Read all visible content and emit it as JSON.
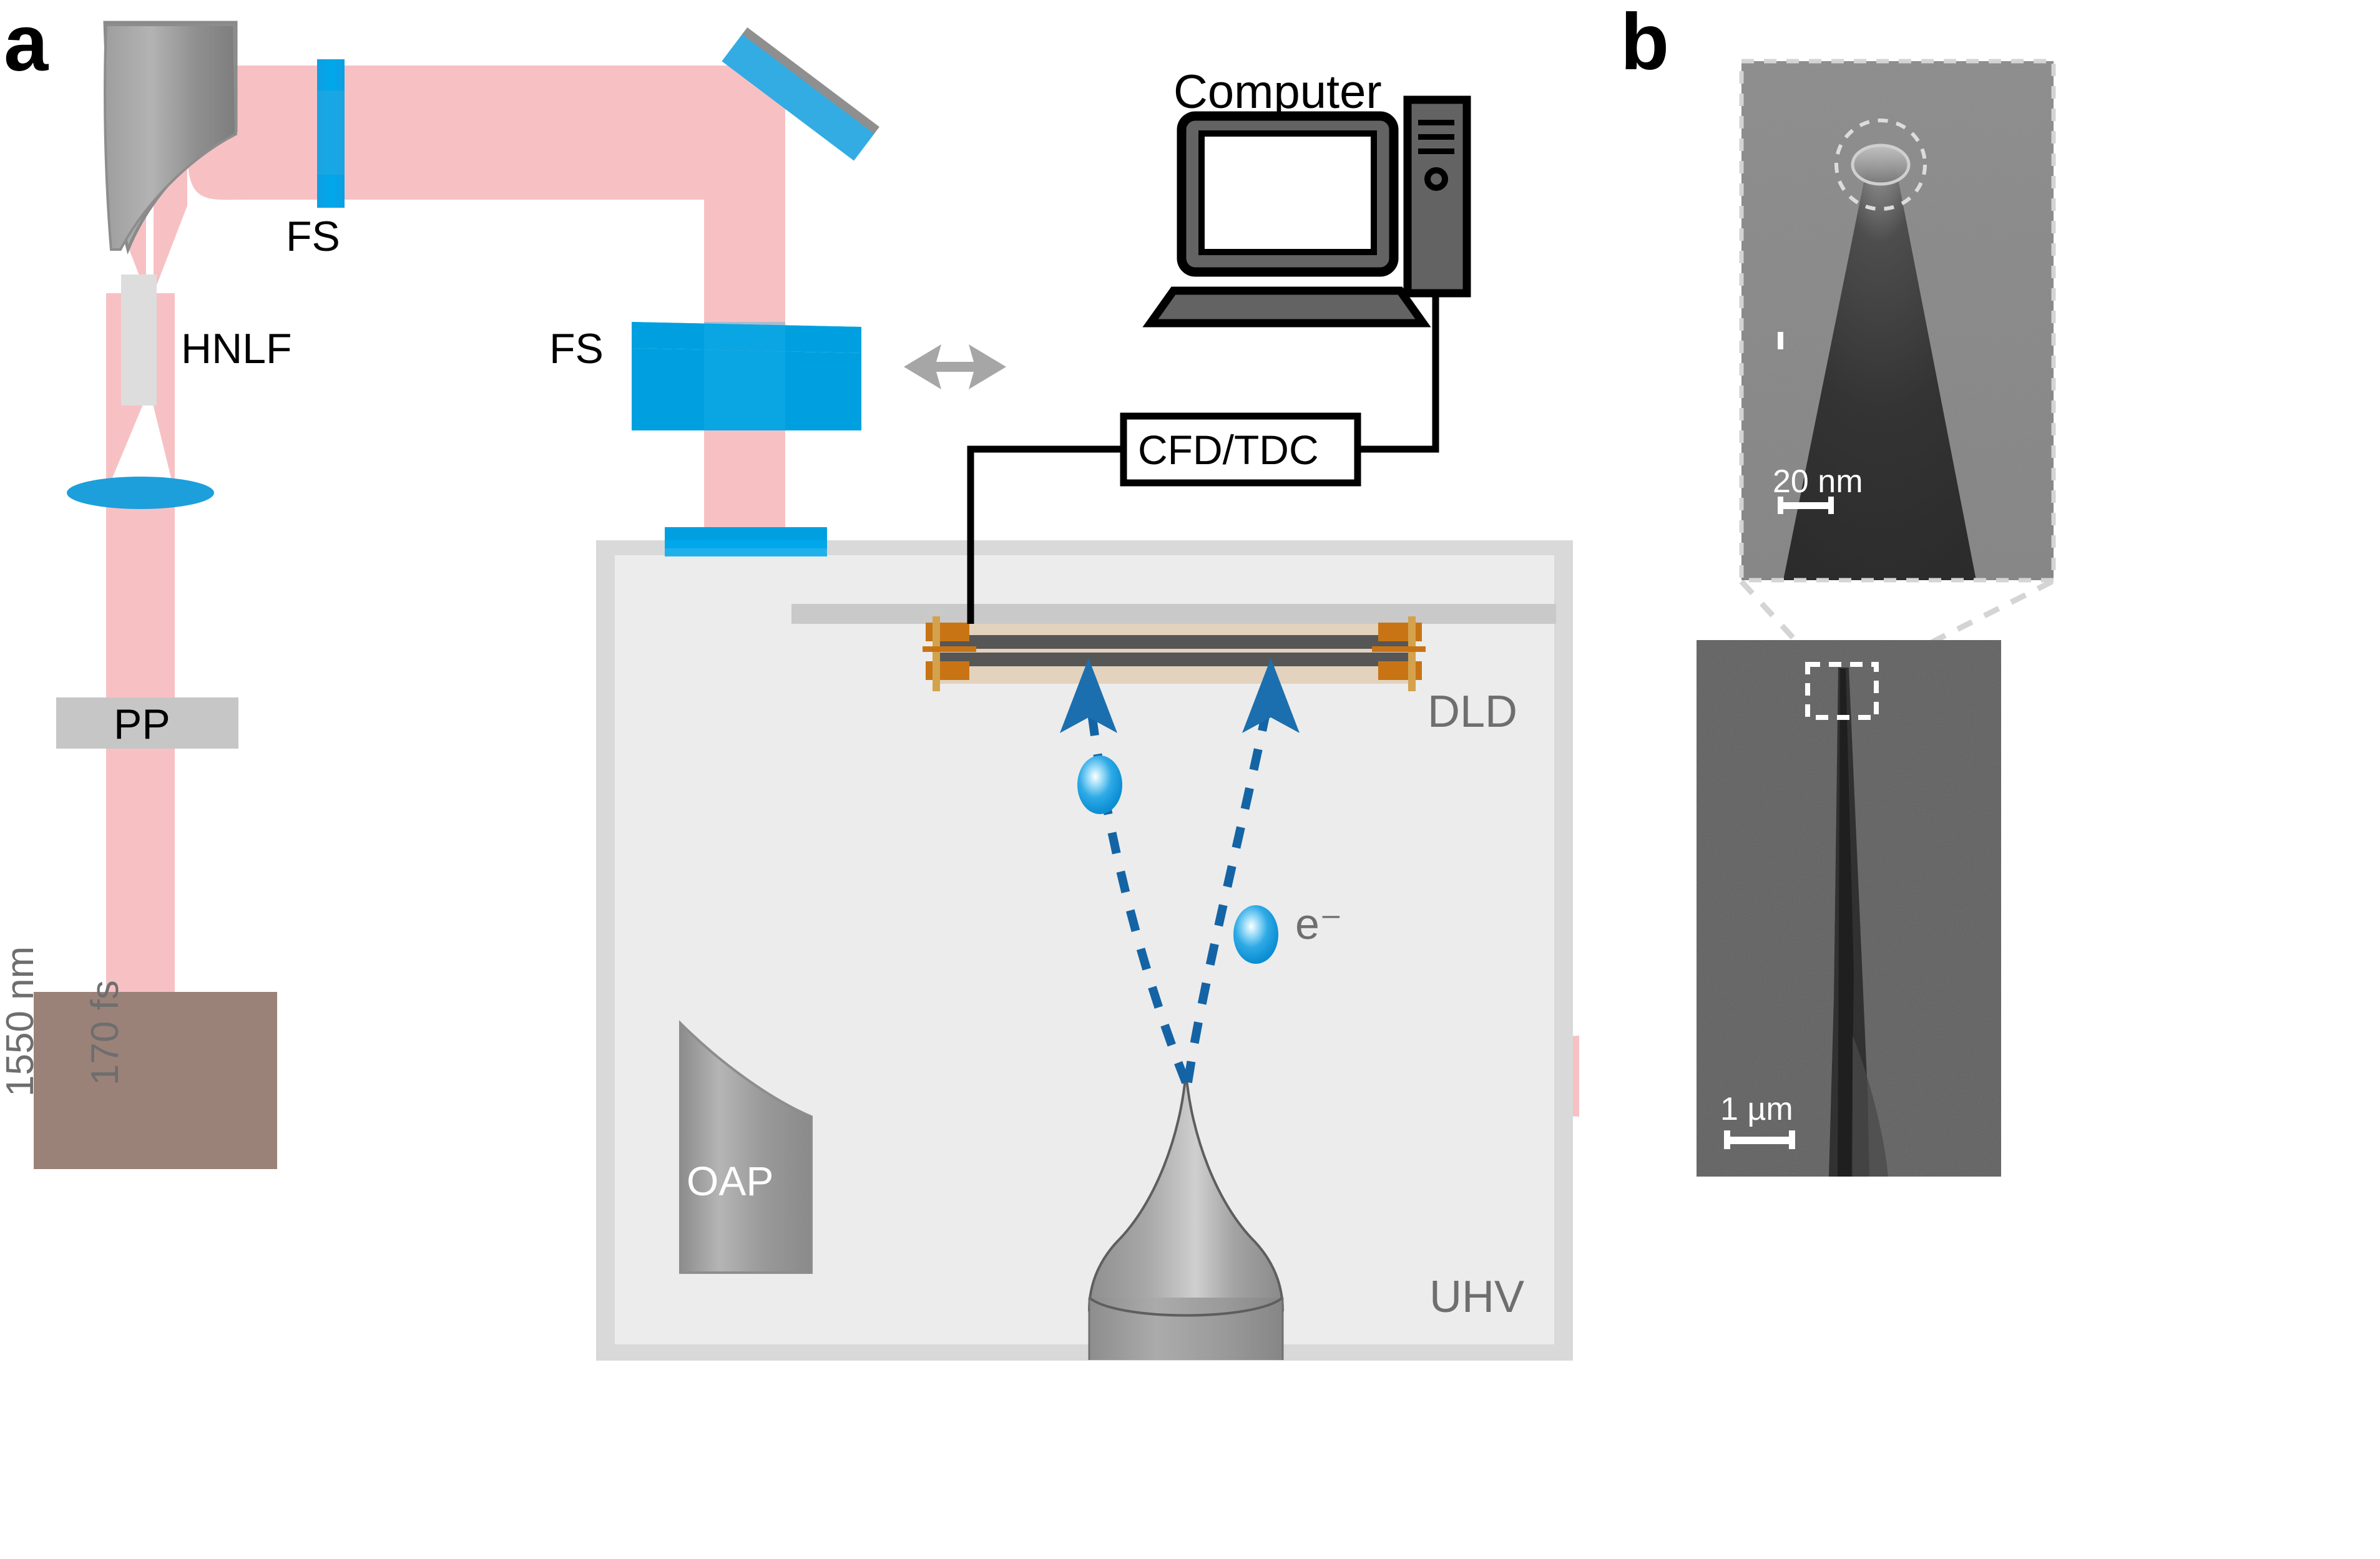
{
  "figure": {
    "panels": [
      {
        "letter": "a",
        "name": "experimental-setup-schematic"
      },
      {
        "letter": "b",
        "name": "sem-micrographs"
      }
    ]
  },
  "panel_a": {
    "letter": "a",
    "laser_source": {
      "line1": "1550 nm",
      "line2": "170 fs",
      "box_color": "#9b8279",
      "text_color": "#6e6e6e"
    },
    "components": [
      {
        "id": "pp",
        "label": "PP",
        "kind": "pulse-picker-box"
      },
      {
        "id": "lens",
        "label": "",
        "kind": "lens"
      },
      {
        "id": "hnlf",
        "label": "HNLF",
        "kind": "fiber"
      },
      {
        "id": "oap1",
        "label": "",
        "kind": "parabolic-mirror"
      },
      {
        "id": "fs1",
        "label": "FS",
        "kind": "fused-silica-plate"
      },
      {
        "id": "mirror",
        "label": "",
        "kind": "steering-mirror"
      },
      {
        "id": "fs2",
        "label": "FS",
        "kind": "fused-silica-wedge-pair"
      },
      {
        "id": "window",
        "label": "",
        "kind": "vacuum-window"
      },
      {
        "id": "oap2",
        "label": "OAP",
        "kind": "off-axis-parabolic-mirror"
      },
      {
        "id": "tip",
        "label": "",
        "kind": "nanotip"
      },
      {
        "id": "dld",
        "label": "DLD",
        "kind": "delay-line-detector"
      }
    ],
    "labels": {
      "fs_top": "FS",
      "fs_wedge": "FS",
      "hnlf": "HNLF",
      "pp": "PP",
      "oap": "OAP",
      "dld": "DLD",
      "uhv": "UHV",
      "electron": "e⁻",
      "computer": "Computer",
      "cfd_tdc": "CFD/TDC"
    },
    "electrons": [
      {
        "name": "electron-1"
      },
      {
        "name": "electron-2"
      }
    ],
    "colors": {
      "beam_pink": "#f7c1c4",
      "optic_blue": "#00a0e0",
      "mirror_blue": "#33ace3",
      "electron_blue": "#0d7bc4",
      "chamber_fill": "#ececec",
      "chamber_border": "#d9d9d9",
      "grey_text": "#6e6e6e",
      "detector_copper": "#c87414",
      "detector_dark": "#565656",
      "detector_tan": "#e3d2be",
      "arrow_grey": "#a6a6a6"
    },
    "wedge_translation_arrow": "↔"
  },
  "panel_b": {
    "letter": "b",
    "images": [
      {
        "name": "apex-zoom-sem",
        "scalebar_label": "20 nm",
        "annotation": "dashed-circle-at-apex"
      },
      {
        "name": "full-tip-sem",
        "scalebar_label": "1 µm",
        "annotation": "dashed-box-at-apex"
      }
    ],
    "colors": {
      "sem_background_top": "#878787",
      "sem_background_bottom": "#5e5e5e",
      "scalebar_white": "#ffffff",
      "dashed_grey": "#d4d4d4"
    }
  }
}
